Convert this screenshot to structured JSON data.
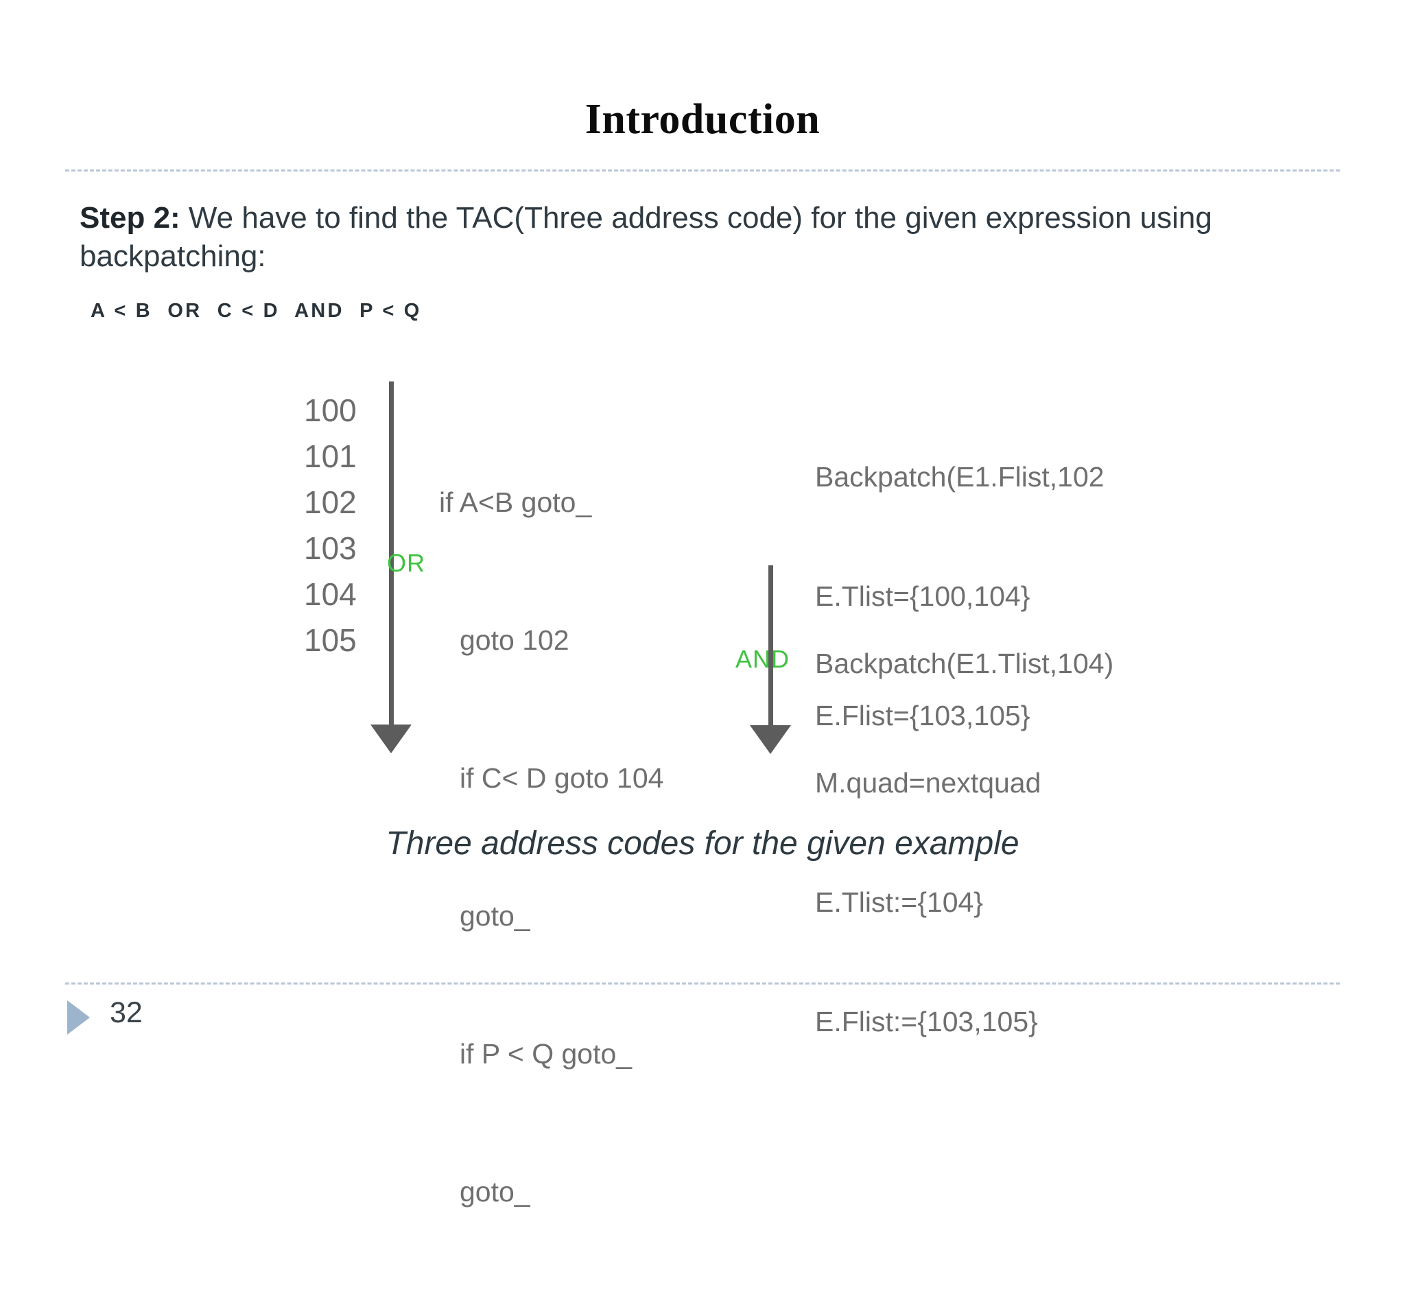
{
  "slide": {
    "title": "Introduction",
    "page_number": "32",
    "footer_bullet_icon": "triangle-right-icon",
    "accent_color": "#9db4cd",
    "rule_color": "#b9c6d6"
  },
  "body": {
    "lead": "Step 2:",
    "text": " We have to find the TAC(Three address code) for the given expression using backpatching:",
    "expression": "A < B  OR  C < D  AND  P < Q"
  },
  "diagram": {
    "caption": "Three address codes for the given example",
    "line_color": "#5c5c5c",
    "code_color": "#6f6f6f",
    "operator_color": "#3fc23f",
    "line_numbers": [
      "100",
      "101",
      "102",
      "103",
      "104",
      "105"
    ],
    "code_lines": [
      {
        "text": "if A<B goto_",
        "indent": false
      },
      {
        "text": "goto 102",
        "indent": true
      },
      {
        "text": "if C< D goto 104",
        "indent": true
      },
      {
        "text": "goto_",
        "indent": true
      },
      {
        "text": "if P < Q goto_",
        "indent": true
      },
      {
        "text": "goto_",
        "indent": true
      }
    ],
    "operators": [
      {
        "label": "OR",
        "name": "or-operator-label"
      },
      {
        "label": "AND",
        "name": "and-operator-label"
      }
    ],
    "annotation_top": [
      "Backpatch(E1.Flist,102",
      "E.Tlist={100,104}",
      "E.Flist={103,105}"
    ],
    "annotation_bottom": [
      "Backpatch(E1.Tlist,104)",
      "M.quad=nextquad",
      "E.Tlist:={104}",
      "E.Flist:={103,105}"
    ]
  }
}
